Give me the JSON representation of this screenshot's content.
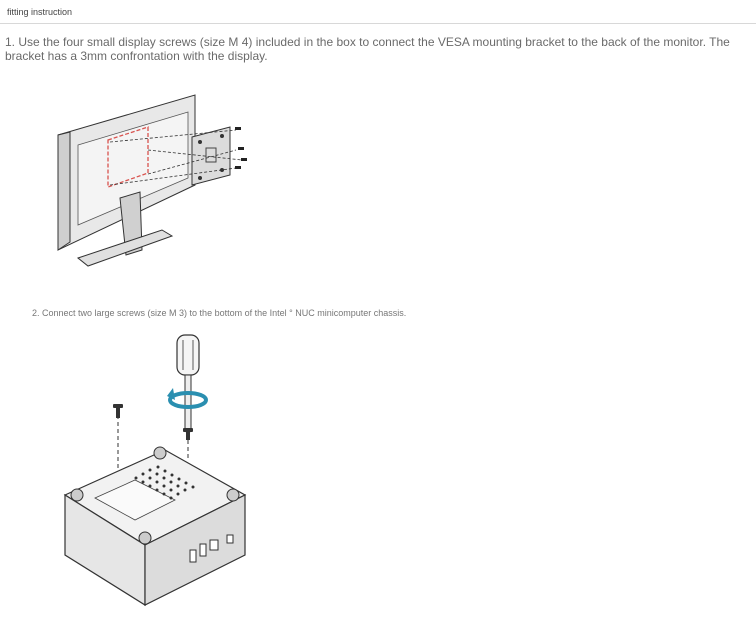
{
  "header": {
    "title": "fitting instruction"
  },
  "steps": [
    {
      "text": "1. Use the four small display screws (size M 4) included in the box to connect the VESA mounting bracket to the back of the monitor. The bracket has a 3mm confrontation with the display."
    },
    {
      "text": "2. Connect two large screws (size M 3) to the bottom of the Intel ° NUC minicomputer chassis."
    }
  ],
  "figures": [
    {
      "name": "monitor-bracket-diagram",
      "accent": "#d9534f"
    },
    {
      "name": "nuc-screw-diagram",
      "accent": "#2a8fb0"
    }
  ]
}
